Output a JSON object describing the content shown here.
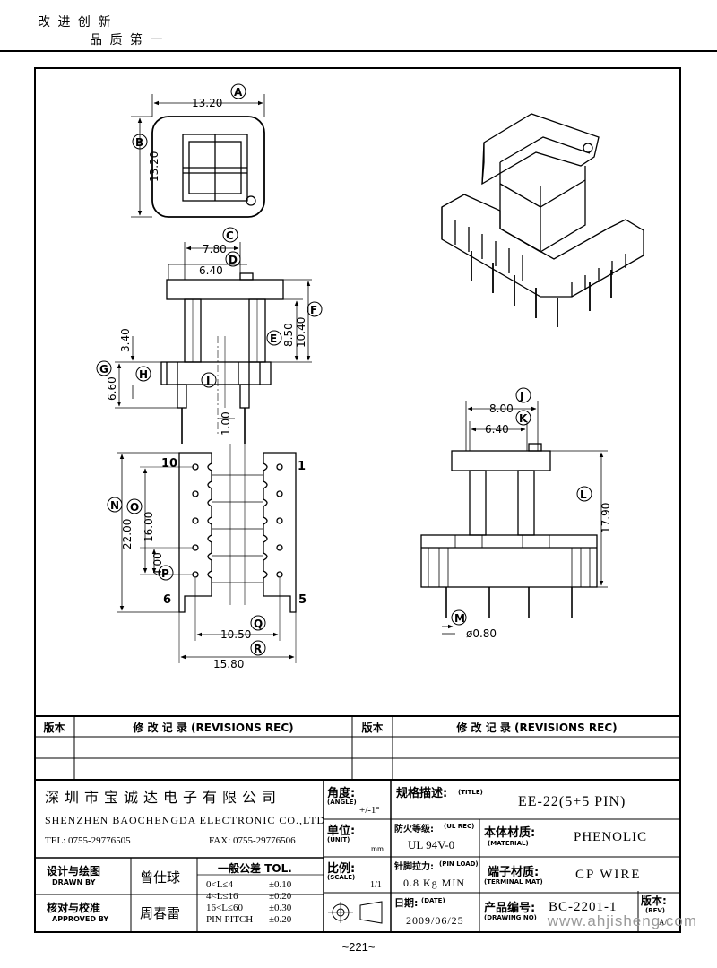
{
  "header": {
    "slogan_line1": "改 进 创 新",
    "slogan_line2": "品 质 第 一"
  },
  "dims": {
    "A": "A",
    "B": "B",
    "C": "C",
    "D": "D",
    "E": "E",
    "F": "F",
    "G": "G",
    "H": "H",
    "I": "I",
    "J": "J",
    "K": "K",
    "L": "L",
    "M": "M",
    "N": "N",
    "O": "O",
    "P": "P",
    "Q": "Q",
    "R": "R",
    "a_val": "13.20",
    "b_val": "13.20",
    "c_val": "7.80",
    "d_val": "6.40",
    "e_val": "8.50",
    "f_val": "10.40",
    "g_val": "6.60",
    "h_val": "3.40",
    "i_val": "1.00",
    "j_val": "8.00",
    "k_val": "6.40",
    "l_val": "17.90",
    "m_val": "ø0.80",
    "n_val": "22.00",
    "o_val": "16.00",
    "p_val": "4.00",
    "q_val": "10.50",
    "r_val": "15.80",
    "pin10": "10",
    "pin1": "1",
    "pin6": "6",
    "pin5": "5"
  },
  "revisions": {
    "ver_label": "版本",
    "rec_label": "修  改  记  录  (REVISIONS REC)",
    "ver_label2": "版本",
    "rec_label2": "修  改  记  录  (REVISIONS REC)"
  },
  "titleblock": {
    "company_cn": "深 圳 市 宝 诚 达 电 子 有 限 公 司",
    "company_en": "SHENZHEN BAOCHENGDA ELECTRONIC CO.,LTD",
    "tel": "TEL: 0755-29776505",
    "fax": "FAX: 0755-29776506",
    "angle_label": "角度:",
    "angle_en": "(ANGLE)",
    "angle_val": "+/-1°",
    "unit_label": "单位:",
    "unit_en": "(UNIT)",
    "unit_val": "mm",
    "scale_label": "比例:",
    "scale_en": "(SCALE)",
    "scale_val": "1/1",
    "title_label": "规格描述:",
    "title_en": "(TITLE)",
    "title_val": "EE-22(5+5 PIN)",
    "ulrec_label": "防火等级:",
    "ulrec_en": "(UL REC)",
    "ulrec_val": "UL 94V-0",
    "material_label": "本体材质:",
    "material_en": "(MATERIAL)",
    "material_val": "PHENOLIC",
    "pinload_label": "针脚拉力:",
    "pinload_en": "(PIN LOAD)",
    "pinload_val": "0.8 Kg MIN",
    "terminal_label": "端子材质:",
    "terminal_en": "(TERMINAL MAT)",
    "terminal_val": "CP WIRE",
    "date_label": "日期:",
    "date_en": "(DATE)",
    "date_val": "2009/06/25",
    "drawingno_label": "产品编号:",
    "drawingno_en": "(DRAWING NO)",
    "drawingno_val": "BC-2201-1",
    "rev_label": "版本:",
    "rev_en": "(REV)",
    "rev_val": "A/1",
    "drawnby_label": "设计与绘图",
    "drawnby_en": "DRAWN BY",
    "drawnby_val": "曾仕球",
    "approved_label": "核对与校准",
    "approved_en": "APPROVED BY",
    "approved_val": "周春雷",
    "tol_title": "一般公差 TOL.",
    "tol_rows": [
      {
        "range": "0<L≤4",
        "tol": "±0.10"
      },
      {
        "range": "4<L≤16",
        "tol": "±0.20"
      },
      {
        "range": "16<L≤60",
        "tol": "±0.30"
      },
      {
        "range": "PIN PITCH",
        "tol": "±0.20"
      }
    ]
  },
  "footer": {
    "page_number": "~221~",
    "watermark": "www.ahjisheng.com"
  }
}
